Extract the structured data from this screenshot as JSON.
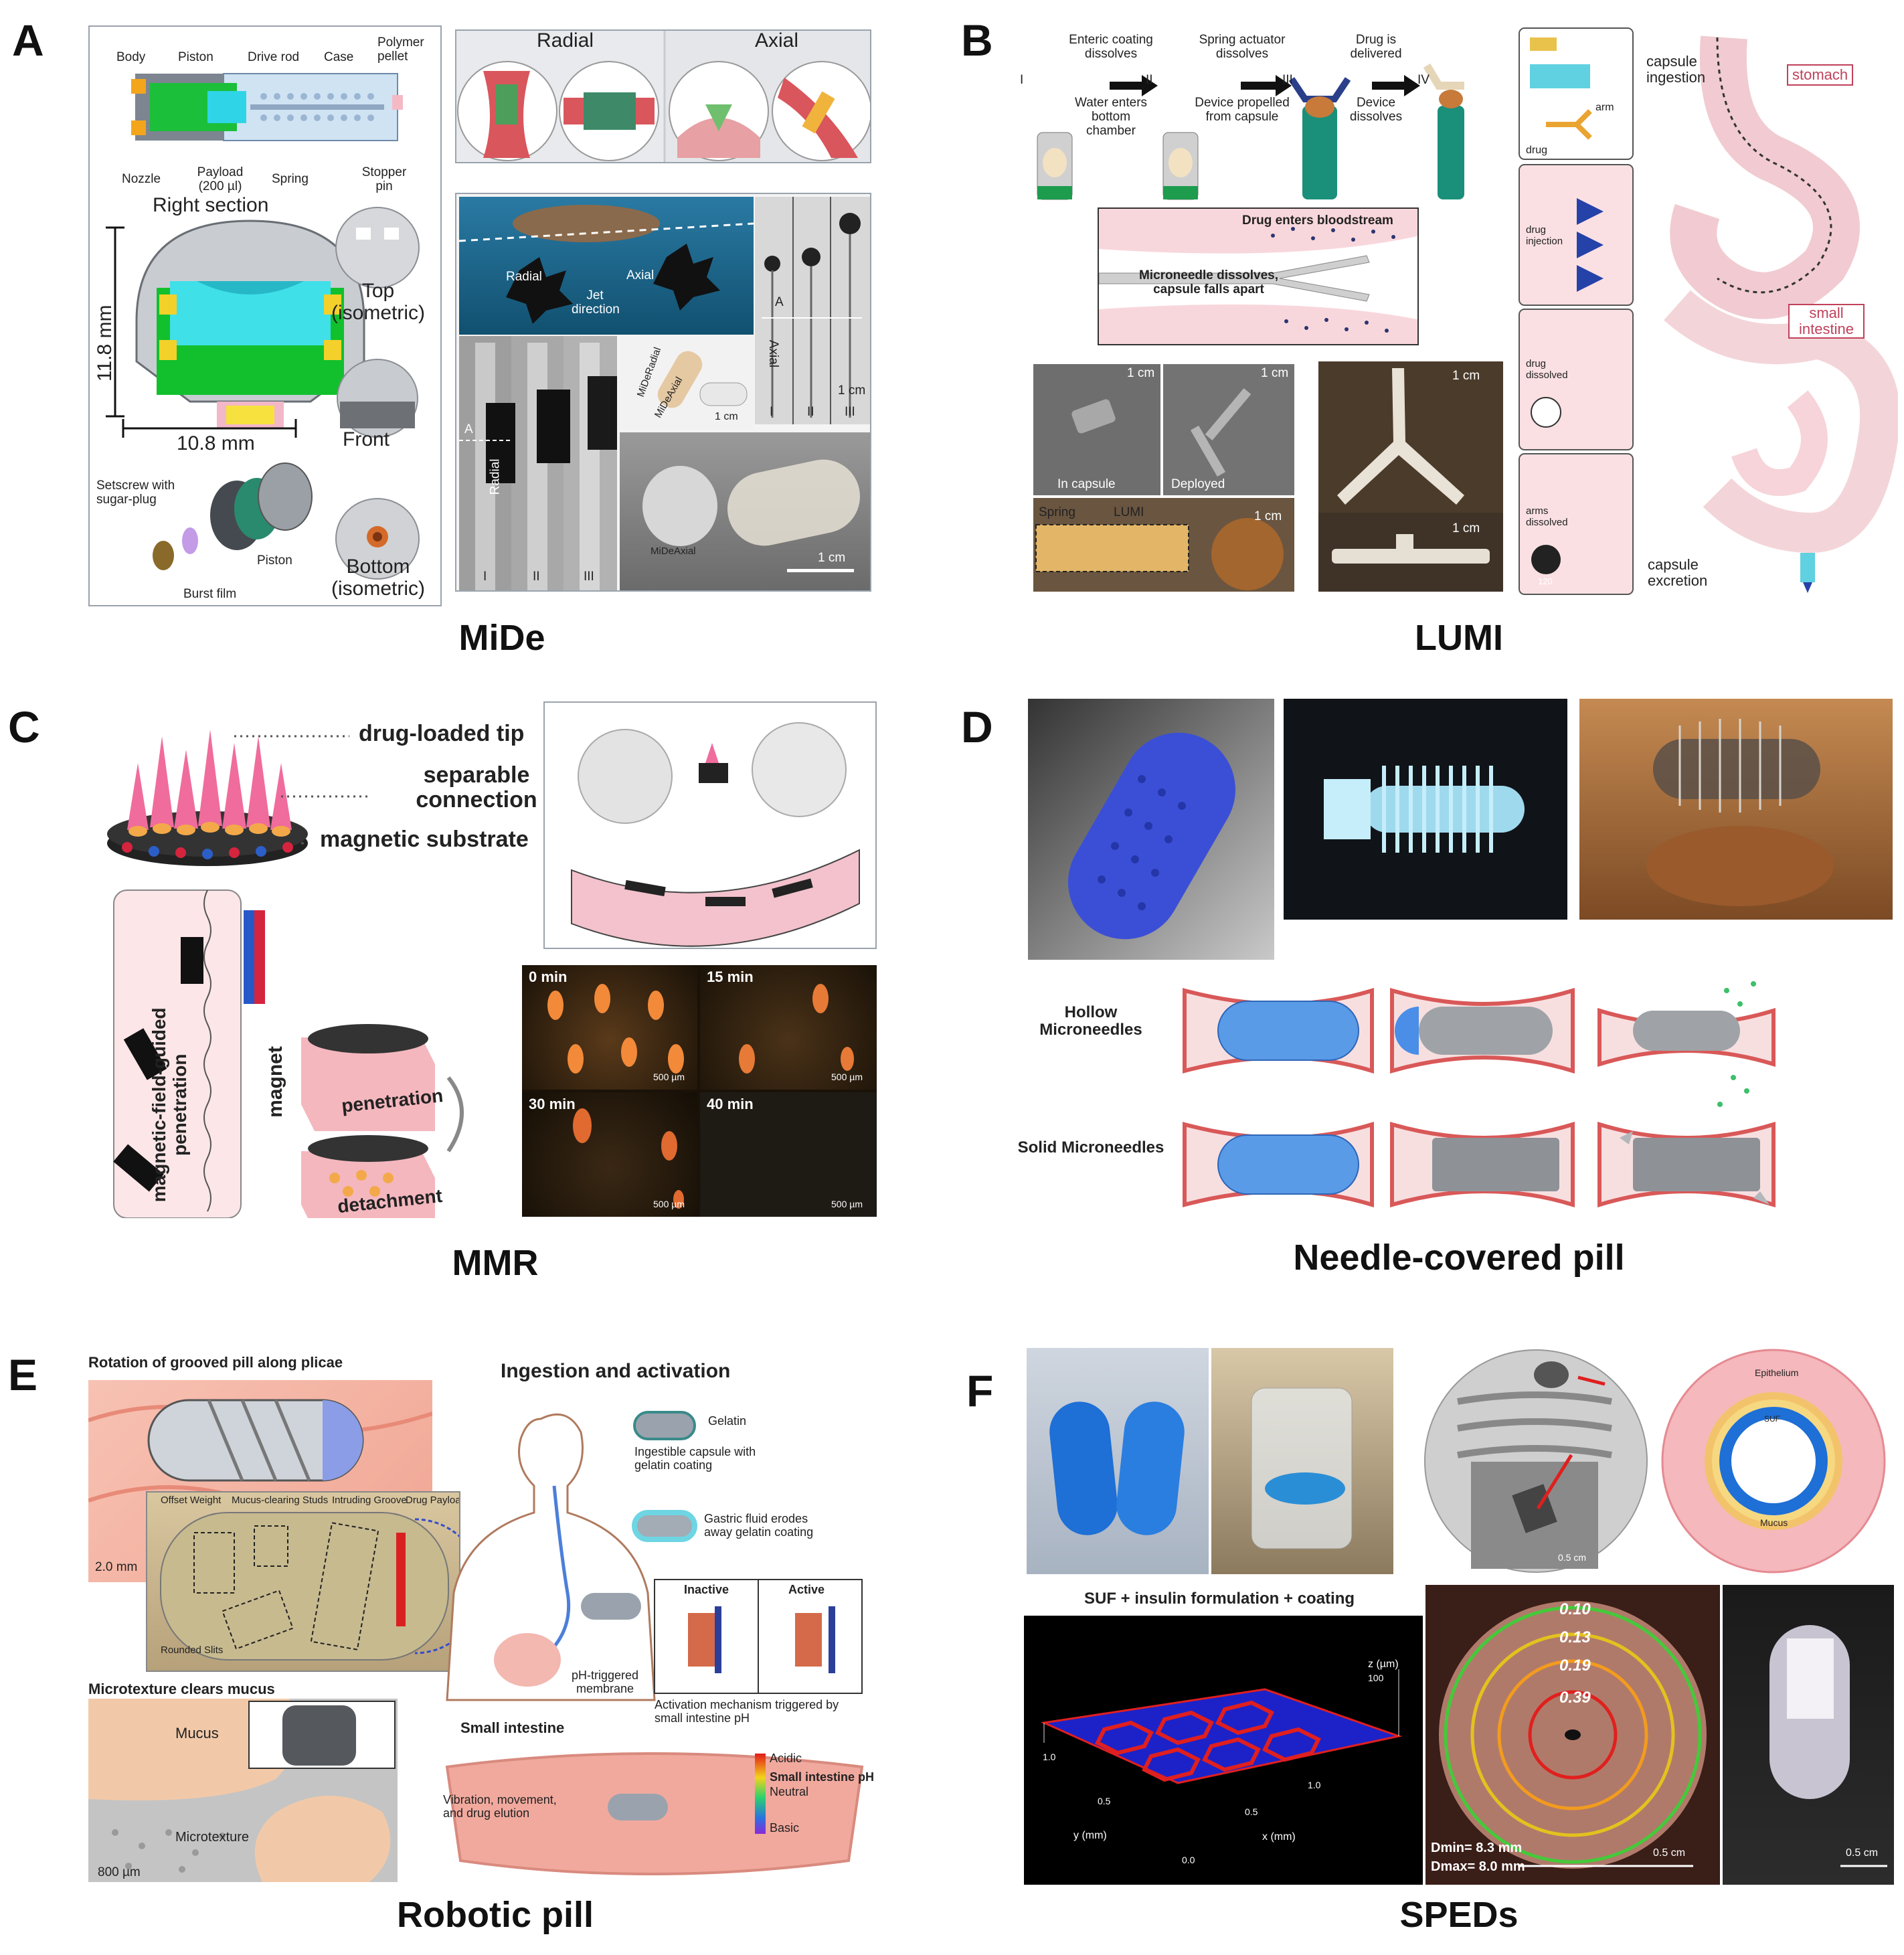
{
  "panels": {
    "a": {
      "letter": "A",
      "title": "MiDe",
      "section": {
        "body": "Body",
        "piston": "Piston",
        "drive_rod": "Drive rod",
        "case": "Case",
        "polymer_pellet": "Polymer pellet",
        "nozzle": "Nozzle",
        "payload": "Payload (200 µl)",
        "spring": "Spring",
        "stopper_pin": "Stopper pin",
        "right_section": "Right section"
      },
      "dims": {
        "height": "11.8 mm",
        "width": "10.8 mm"
      },
      "views": {
        "top": "Top (isometric)",
        "front": "Front",
        "bottom": "Bottom (isometric)"
      },
      "exploded": {
        "setscrew": "Setscrew with sugar-plug",
        "piston": "Piston",
        "burst_film": "Burst film"
      },
      "modes": {
        "radial": "Radial",
        "axial": "Axial"
      },
      "squid": {
        "radial": "Radial",
        "axial": "Axial",
        "jet": "Jet direction"
      },
      "jets": {
        "radial": "Radial",
        "axial": "Axial",
        "a1": "A",
        "a2": "A",
        "i": "I",
        "ii": "II",
        "iii": "III",
        "i2": "I",
        "ii2": "II",
        "iii2": "III"
      },
      "photos": {
        "mide1": "MiDeRadial",
        "mide2": "MiDeAxial",
        "mide3": "MiDeAxial"
      },
      "scale": {
        "s1": "1 cm",
        "s2": "1 cm",
        "s3": "1 cm"
      }
    },
    "b": {
      "letter": "B",
      "title": "LUMI",
      "steps": {
        "i": "I",
        "ii": "II",
        "iii": "III",
        "iv": "IV",
        "s1_top": "Enteric coating dissolves",
        "s1_bottom": "Water enters bottom chamber",
        "s2_top": "Spring actuator dissolves",
        "s2_bottom": "Device propelled from capsule",
        "s3_top": "Drug is delivered",
        "s3_bottom": "Device dissolves"
      },
      "blood": {
        "top": "Drug enters bloodstream",
        "mid": "Microneedle dissolves, capsule falls apart"
      },
      "xray": {
        "in_capsule": "In capsule",
        "deployed": "Deployed",
        "s1": "1 cm",
        "s2": "1 cm",
        "s3": "1 cm",
        "spring": "Spring",
        "lumi": "LUMI"
      },
      "photo": {
        "s1": "1 cm",
        "s2": "1 cm"
      },
      "gi": {
        "ingestion": "capsule ingestion",
        "stomach": "stomach",
        "small_intestine": "small intestine",
        "excretion": "capsule excretion",
        "arm": "arm",
        "drug": "drug",
        "drug_injection": "drug injection",
        "drug_dissolved": "drug dissolved",
        "arms_dissolved": "arms dissolved",
        "clock": "120"
      }
    },
    "c": {
      "letter": "C",
      "title": "MMR",
      "labels": {
        "tip": "drug-loaded tip",
        "connection": "separable connection",
        "substrate": "magnetic substrate"
      },
      "side": {
        "guided": "magnetic-field-guided penetration",
        "magnet": "magnet"
      },
      "blocks": {
        "penetration": "penetration",
        "detachment": "detachment"
      },
      "times": {
        "t0": "0 min",
        "t15": "15 min",
        "t30": "30 min",
        "t40": "40 min"
      },
      "scale": {
        "s1": "500 µm",
        "s2": "500 µm",
        "s3": "500 µm",
        "s4": "500 µm"
      }
    },
    "d": {
      "letter": "D",
      "title": "Needle-covered pill",
      "rows": {
        "hollow": "Hollow Microneedles",
        "solid": "Solid Microneedles"
      }
    },
    "e": {
      "letter": "E",
      "title": "Robotic pill",
      "rotation": "Rotation of grooved pill along plicae",
      "scale1": "2.0 mm",
      "parts": {
        "offset": "Offset Weight",
        "studs": "Mucus-clearing Studs",
        "groove": "Intruding Groove",
        "payload": "Drug Payload",
        "slits": "Rounded Slits"
      },
      "mucus_title": "Microtexture clears mucus",
      "mucus": {
        "mucus": "Mucus",
        "microtexture": "Microtexture",
        "scale": "800 µm"
      },
      "ingestion": "Ingestion and activation",
      "steps": {
        "gelatin": "Gelatin",
        "capsule": "Ingestible capsule with gelatin coating",
        "gastric": "Gastric fluid erodes away gelatin coating",
        "inactive": "Inactive",
        "active": "Active",
        "ph_membrane": "pH-triggered membrane",
        "activation": "Activation mechanism triggered by small intestine pH",
        "small_intestine": "Small intestine",
        "vibration": "Vibration, movement, and drug elution"
      },
      "ph": {
        "acidic": "Acidic",
        "small": "Small intestine pH",
        "neutral": "Neutral",
        "basic": "Basic"
      }
    },
    "f": {
      "letter": "F",
      "title": "SPEDs",
      "scale1": "0.5 cm",
      "cell": {
        "epithelium": "Epithelium",
        "suf": "SUF",
        "mucus": "Mucus"
      },
      "formulation": "SUF + insulin formulation + coating",
      "axes": {
        "z": "z (µm)",
        "z100": "100",
        "y": "y (mm)",
        "x": "x (mm)",
        "y10": "1.0",
        "y05": "0.5",
        "y00": "0.0",
        "x05": "0.5",
        "x10": "1.0"
      },
      "rings": {
        "r1": "0.10",
        "r2": "0.13",
        "r3": "0.19",
        "r4": "0.39"
      },
      "dmin": "Dmin= 8.3 mm",
      "dmax": "Dmax= 8.0 mm",
      "scale2": "0.5 cm",
      "scale3": "0.5 cm"
    }
  }
}
